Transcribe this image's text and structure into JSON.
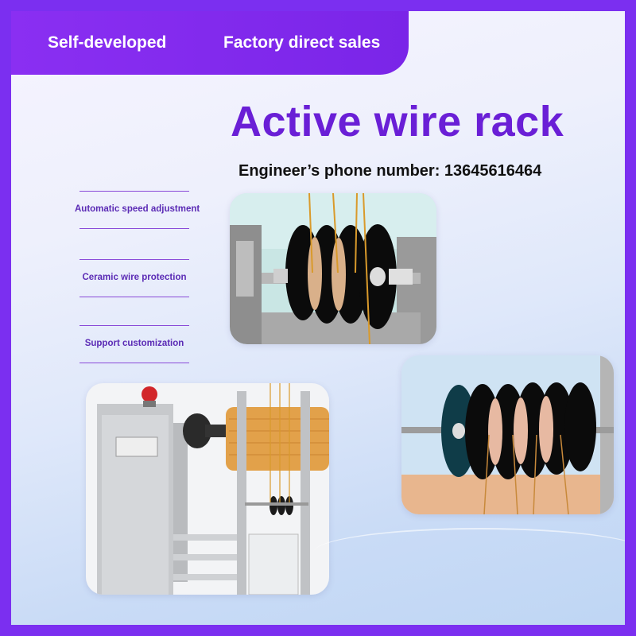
{
  "header": {
    "tag_left": "Self-developed",
    "tag_right": "Factory direct sales"
  },
  "title": "Active wire rack",
  "phone": "Engineer’s phone number: 13645616464",
  "features": [
    {
      "label": "Automatic speed adjustment"
    },
    {
      "label": "Ceramic wire protection"
    },
    {
      "label": "Support customization"
    }
  ],
  "colors": {
    "border": "#7b2ff0",
    "accent": "#6a1fd6",
    "feature_text": "#5b2bb5"
  }
}
